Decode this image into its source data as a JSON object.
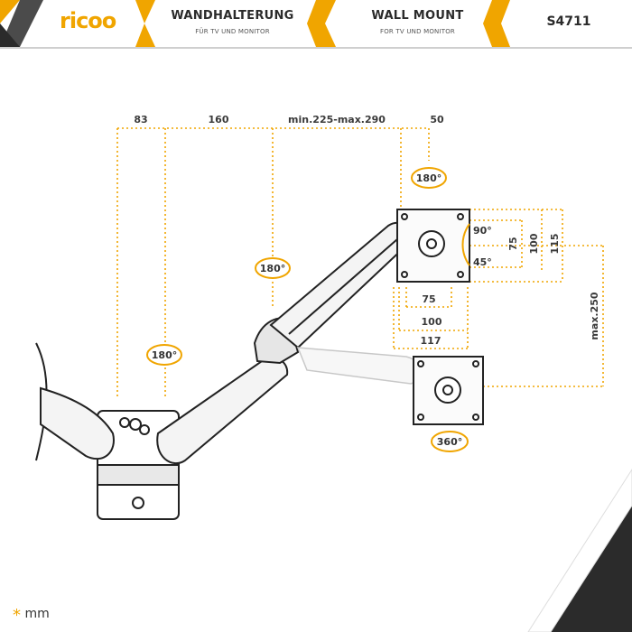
{
  "header": {
    "logo": "ricoo",
    "title_de": "WANDHALTERUNG",
    "subtitle_de": "FÜR TV UND MONITOR",
    "title_en": "WALL MOUNT",
    "subtitle_en": "FOR TV UND MONITOR",
    "model": "S4711"
  },
  "dimensions": {
    "d1": "83",
    "d2": "160",
    "d3": "min.225-max.290",
    "d4": "50",
    "vesa_h75": "75",
    "vesa_h100": "100",
    "vesa_w117": "117",
    "side_75": "75",
    "side_100": "100",
    "side_115": "115",
    "max_height": "max.250"
  },
  "rotations": {
    "top": "180°",
    "arm_upper": "180°",
    "arm_lower": "180°",
    "tilt_up": "90°",
    "tilt_down": "45°",
    "swivel": "360°"
  },
  "footer": {
    "unit_marker": "*",
    "unit": "mm"
  },
  "colors": {
    "accent": "#f0a500",
    "dark": "#2b2b2b",
    "line": "#222222"
  }
}
